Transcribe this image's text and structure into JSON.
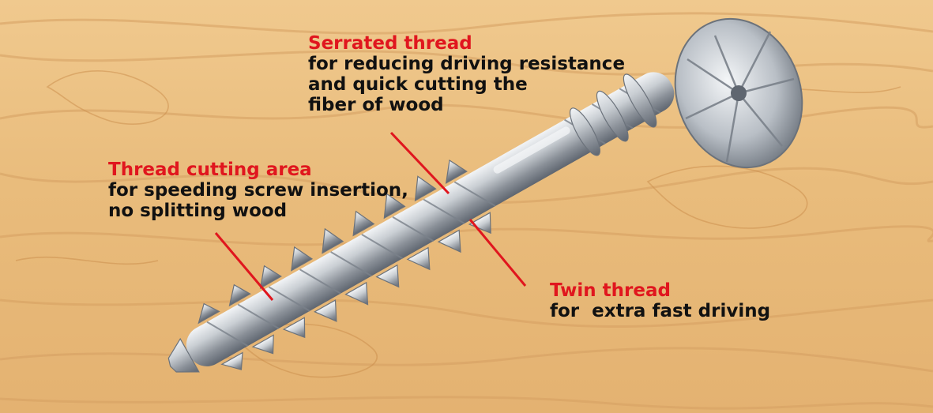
{
  "colors": {
    "title_red": "#e0161e",
    "body_black": "#111111",
    "wood_light": "#f0c98e",
    "wood_grain": "#d49a5a",
    "steel_light": "#e6e9ec",
    "steel_dark": "#5f6670"
  },
  "callouts": {
    "serrated": {
      "title": "Serrated thread",
      "lines": [
        "for reducing driving resistance",
        "and quick cutting the",
        "fiber of wood"
      ]
    },
    "cutting": {
      "title": "Thread cutting area",
      "lines": [
        "for speeding screw insertion,",
        "no splitting wood"
      ]
    },
    "twin": {
      "title": "Twin thread",
      "lines": [
        "for  extra fast driving"
      ]
    }
  }
}
